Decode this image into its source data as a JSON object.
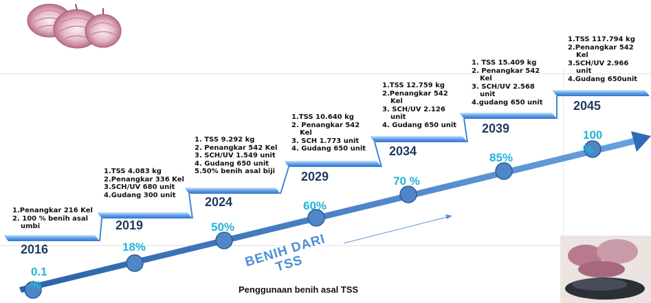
{
  "caption": "Penggunaan benih asal TSS",
  "stamp": {
    "line1": "BENIH DARI",
    "line2": "TSS"
  },
  "milestones": [
    {
      "year": "2016",
      "lines": [
        "1.Penangkar 216 Kel",
        "2. 100 %  benih asal",
        "umbi"
      ]
    },
    {
      "year": "2019",
      "lines": [
        "1.TSS 4.083 kg",
        "2.Penangkar 336 Kel",
        "3.SCH/UV 680 unit",
        "4.Gudang  300 unit"
      ]
    },
    {
      "year": "2024",
      "lines": [
        "1. TSS 9.292 kg",
        "2. Penangkar 542 Kel",
        "3. SCH/UV 1.549 unit",
        "4. Gudang 650 unit",
        "5.50% benih asal biji"
      ]
    },
    {
      "year": "2029",
      "lines": [
        "1.TSS 10.640 kg",
        "2. Penangkar 542",
        "Kel",
        "3. SCH 1.773 unit",
        "4. Gudang 650 unit"
      ]
    },
    {
      "year": "2034",
      "lines": [
        "1.TSS 12.759 kg",
        "2.Penangkar 542",
        "Kel",
        "3.  SCH/UV 2.126",
        "unit",
        "4.  Gudang 650 unit"
      ]
    },
    {
      "year": "2039",
      "lines": [
        "1.  TSS 15.409 kg",
        "2. Penangkar 542",
        "Kel",
        "3.  SCH/UV 2.568",
        "unit",
        "4.gudang 650 unit"
      ]
    },
    {
      "year": "2045",
      "lines": [
        "1.TSS 117.794 kg",
        "2.Penangkar 542",
        "Kel",
        "3.SCH/UV 2.966",
        "unit",
        "4.Gudang 650unit"
      ]
    }
  ],
  "percentages": [
    "0.1 %",
    "18%",
    "50%",
    "60%",
    "70 %",
    "85%",
    "100 %"
  ],
  "colors": {
    "step": "#3b86d8",
    "arrow": "#2e6cb5",
    "node": "#4f86c6",
    "year": "#1f3a5f",
    "pct": "#1fb4dc"
  },
  "icons": [
    "onion-illustration",
    "seeds-photo"
  ]
}
